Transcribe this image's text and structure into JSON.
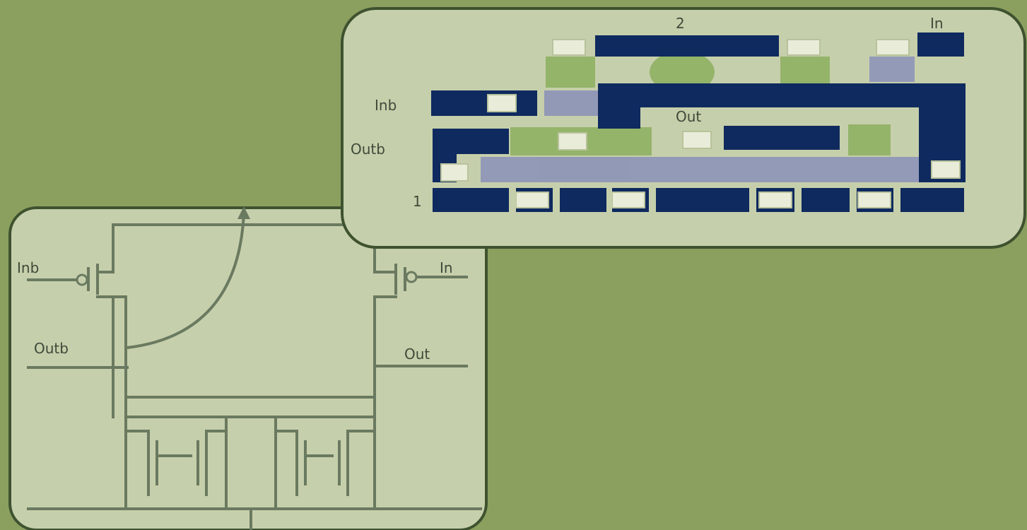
{
  "colors": {
    "background": "#8ba05f",
    "panel_fill": "#c6cfab",
    "panel_border": "#3e5230",
    "wire": "#6a7a60",
    "metal_dark": "#0f2a5e",
    "metal_light": "#8a90b8",
    "diffusion_green": "#94b46a",
    "contact_white": "#e8ecd8"
  },
  "schematic": {
    "labels": {
      "in_bar_left": "Inb",
      "out_bar_left": "Outb",
      "in_right": "In",
      "out_right": "Out"
    }
  },
  "layout": {
    "labels": {
      "top_number": "2",
      "in_top_right": "In",
      "in_bar": "Inb",
      "out": "Out",
      "out_bar": "Outb",
      "bottom_number": "1"
    }
  }
}
